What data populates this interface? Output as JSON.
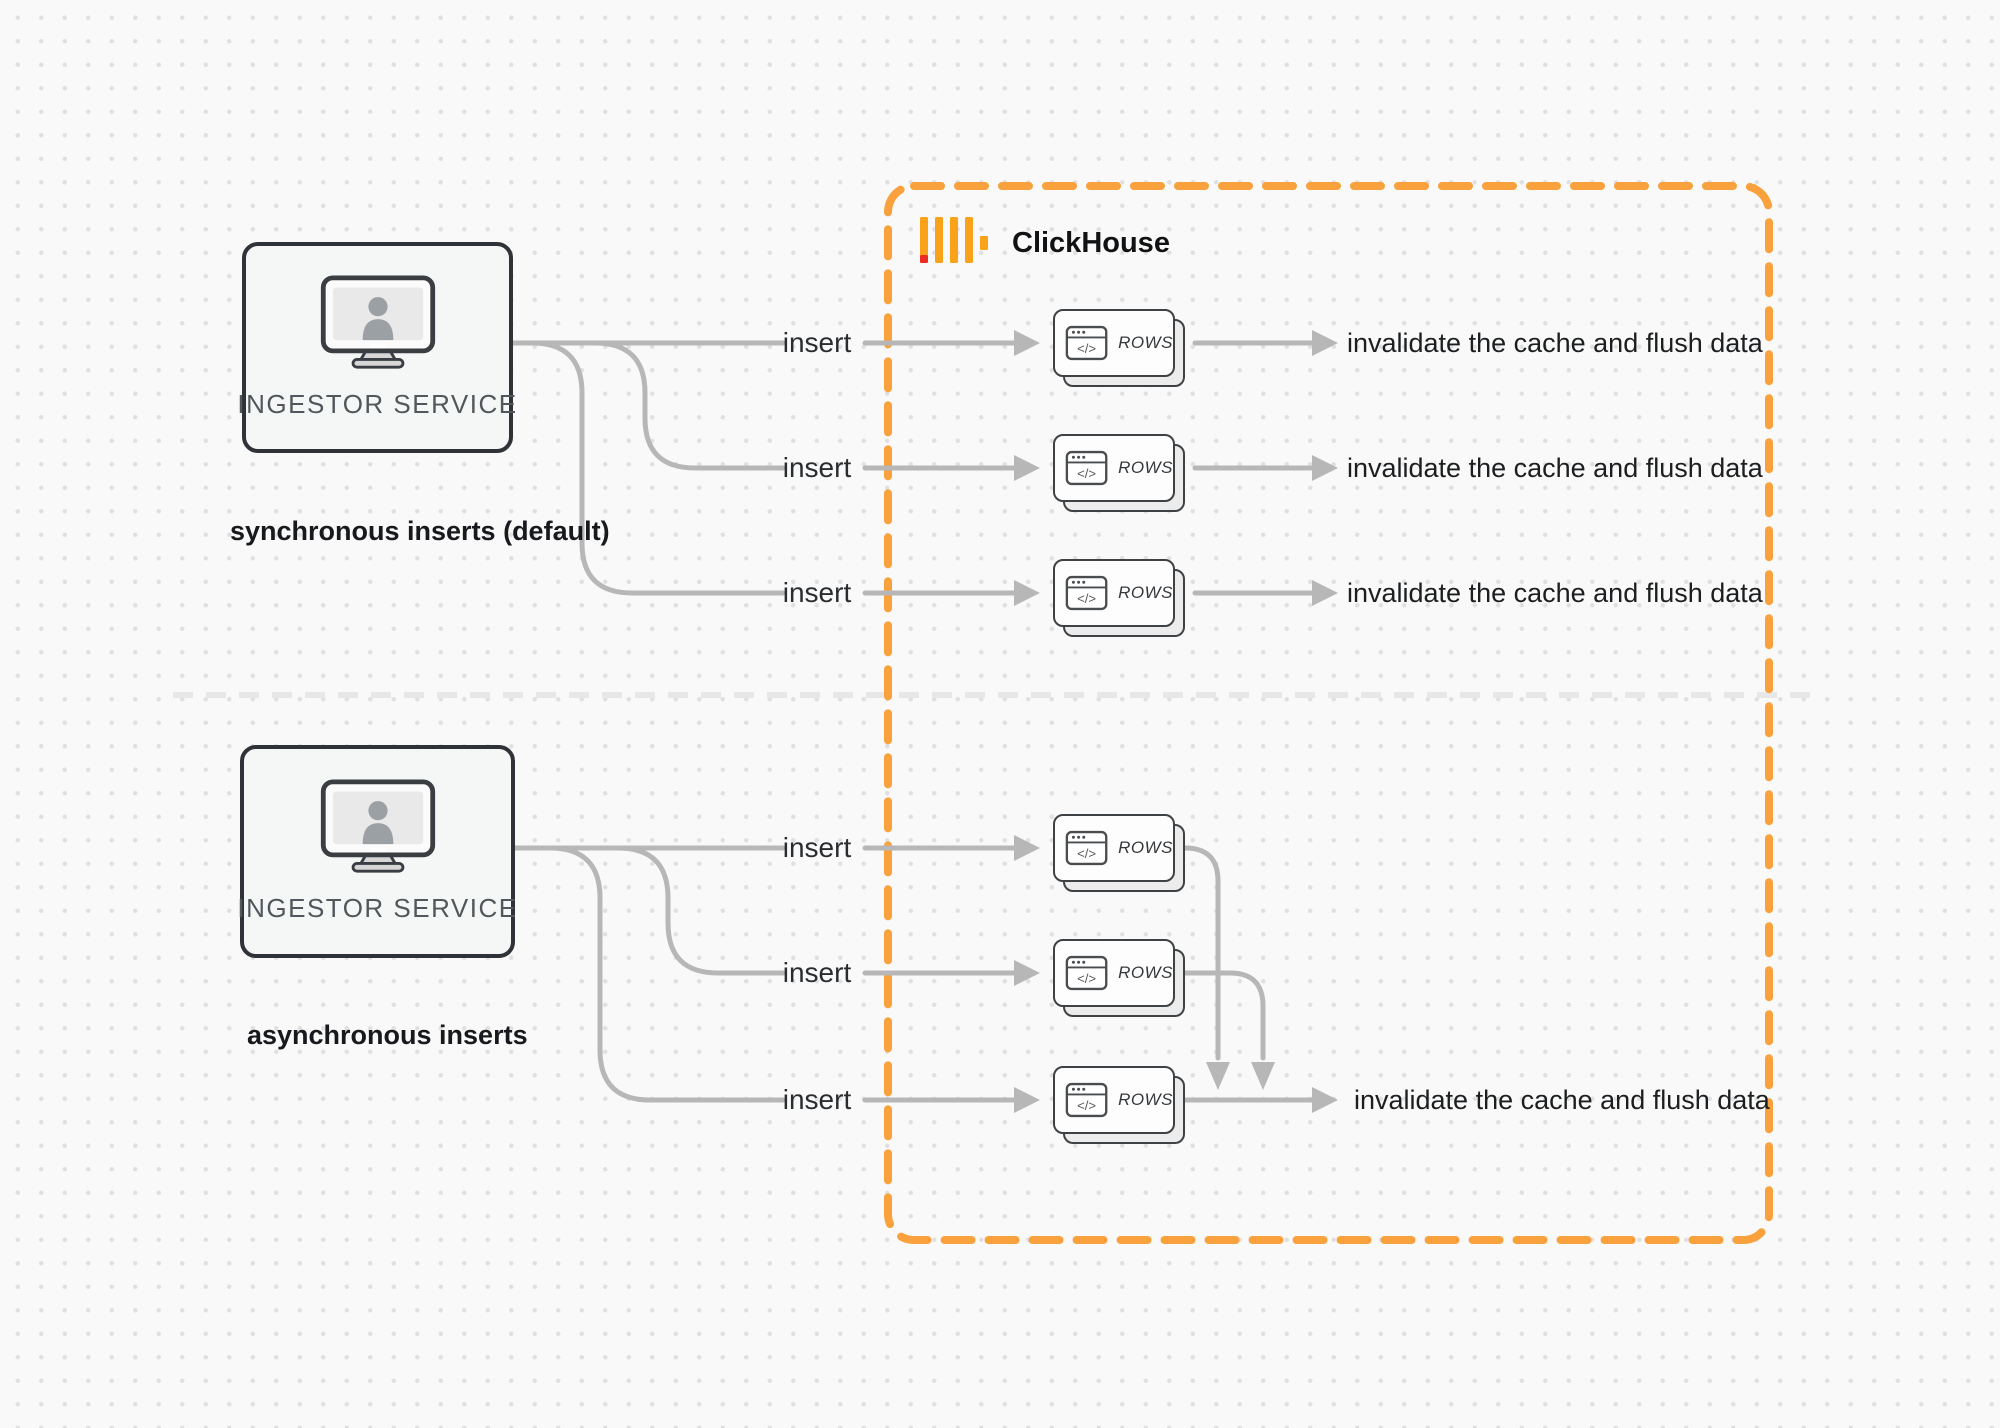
{
  "clickhouse": {
    "title": "ClickHouse"
  },
  "sync": {
    "service_label": "INGESTOR SERVICE",
    "caption": "synchronous inserts (default)",
    "flows": [
      {
        "insert_label": "insert",
        "rows_label": "ROWS",
        "result_label": "invalidate the cache and flush data"
      },
      {
        "insert_label": "insert",
        "rows_label": "ROWS",
        "result_label": "invalidate the cache and flush data"
      },
      {
        "insert_label": "insert",
        "rows_label": "ROWS",
        "result_label": "invalidate the cache and flush data"
      }
    ]
  },
  "async": {
    "service_label": "INGESTOR SERVICE",
    "caption": "asynchronous inserts",
    "flows": [
      {
        "insert_label": "insert",
        "rows_label": "ROWS"
      },
      {
        "insert_label": "insert",
        "rows_label": "ROWS"
      },
      {
        "insert_label": "insert",
        "rows_label": "ROWS"
      }
    ],
    "result_label": "invalidate the cache and flush data"
  },
  "icons": {
    "monitor": "monitor-user-icon",
    "browser": "browser-code-icon",
    "logo": "clickhouse-logo-icon"
  },
  "colors": {
    "accent_orange": "#F9A13C",
    "logo_yellow": "#FAA219",
    "logo_red": "#EE2A24",
    "line_gray": "#B7B7B7",
    "divider_gray": "#E7E7E7"
  }
}
